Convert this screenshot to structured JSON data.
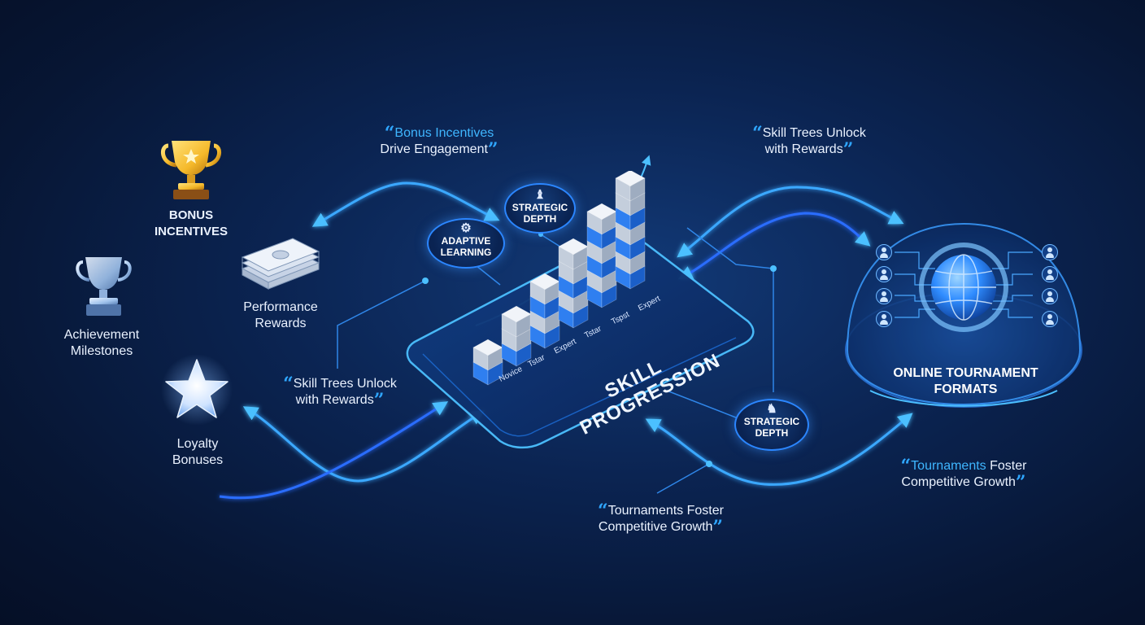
{
  "rewards": {
    "bonus_incentives": "BONUS\nINCENTIVES",
    "performance_rewards": "Performance\nRewards",
    "achievement_milestones": "Achievement\nMilestones",
    "loyalty_bonuses": "Loyalty\nBonuses"
  },
  "quotes": {
    "q1_highlight": "Bonus Incentives",
    "q1_rest": "Drive Engagement",
    "q2_line1": "Skill Trees Unlock",
    "q2_line2": "with Rewards",
    "q3_line1": "Skill Trees Unlock",
    "q3_line2": "with Rewards",
    "q4_line1": "Tournaments Foster",
    "q4_line2": "Competitive Growth",
    "q5_highlight": "Tournaments",
    "q5_rest1": "Foster",
    "q5_line2": "Competitive Growth",
    "open_mark": "“",
    "close_mark": "”"
  },
  "bubbles": {
    "strategic_depth_top": "STRATEGIC\nDEPTH",
    "adaptive_learning": "ADAPTIVE\nLEARNING",
    "strategic_depth_bottom": "STRATEGIC\nDEPTH"
  },
  "platform": {
    "title": "SKILL\nPROGRESSION",
    "levels": [
      "Novice",
      "Tstar",
      "Expert",
      "Tstar",
      "Tspst",
      "Expert"
    ]
  },
  "tournament": {
    "title": "ONLINE TOURNAMENT\nFORMATS"
  },
  "icons": {
    "gold_trophy": "trophy-icon",
    "silver_trophy": "trophy-icon",
    "star": "star-icon",
    "cash": "money-stack-icon",
    "globe": "globe-icon",
    "player": "user-icon",
    "chess": "chess-piece-icon",
    "gear": "gear-icon"
  },
  "colors": {
    "accent": "#3fb6ff",
    "flow": "#2f9bff",
    "gold": "#f5b92a",
    "background": "#0b2452"
  }
}
